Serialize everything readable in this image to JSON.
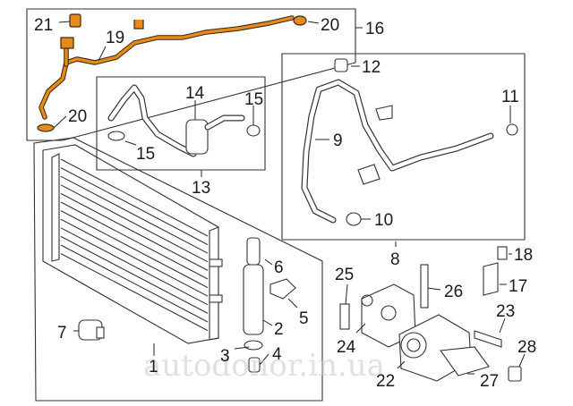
{
  "callouts": [
    {
      "id": "c1",
      "text": "1"
    },
    {
      "id": "c2",
      "text": "2"
    },
    {
      "id": "c3",
      "text": "3"
    },
    {
      "id": "c4",
      "text": "4"
    },
    {
      "id": "c5",
      "text": "5"
    },
    {
      "id": "c6",
      "text": "6"
    },
    {
      "id": "c7",
      "text": "7"
    },
    {
      "id": "c8",
      "text": "8"
    },
    {
      "id": "c9",
      "text": "9"
    },
    {
      "id": "c10",
      "text": "10"
    },
    {
      "id": "c11",
      "text": "11"
    },
    {
      "id": "c12",
      "text": "12"
    },
    {
      "id": "c13",
      "text": "13"
    },
    {
      "id": "c14",
      "text": "14"
    },
    {
      "id": "c15a",
      "text": "15"
    },
    {
      "id": "c15b",
      "text": "15"
    },
    {
      "id": "c16",
      "text": "16"
    },
    {
      "id": "c17",
      "text": "17"
    },
    {
      "id": "c18",
      "text": "18"
    },
    {
      "id": "c19",
      "text": "19"
    },
    {
      "id": "c20a",
      "text": "20"
    },
    {
      "id": "c20b",
      "text": "20"
    },
    {
      "id": "c21",
      "text": "21"
    },
    {
      "id": "c22",
      "text": "22"
    },
    {
      "id": "c23",
      "text": "23"
    },
    {
      "id": "c24",
      "text": "24"
    },
    {
      "id": "c25",
      "text": "25"
    },
    {
      "id": "c26",
      "text": "26"
    },
    {
      "id": "c27",
      "text": "27"
    },
    {
      "id": "c28",
      "text": "28"
    }
  ],
  "watermark": "autodonor.in.ua",
  "colors": {
    "highlight": "#e88a1a",
    "line": "#333333"
  }
}
